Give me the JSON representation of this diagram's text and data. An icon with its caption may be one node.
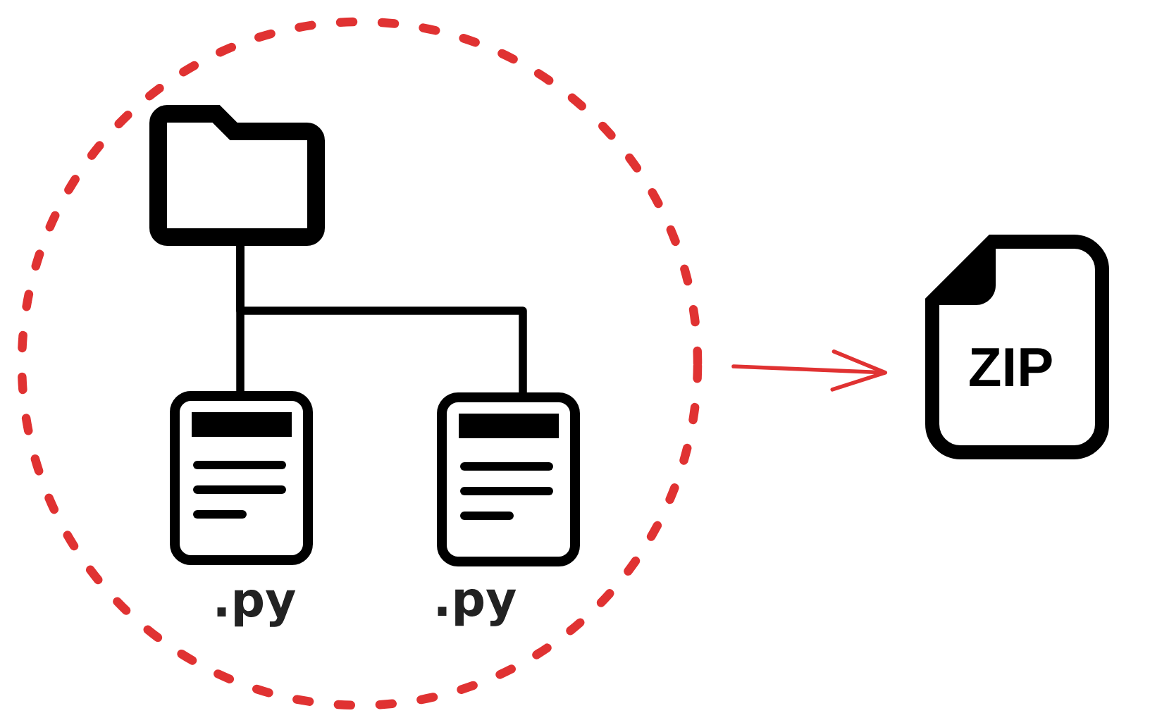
{
  "diagram": {
    "nodes": [
      {
        "text": [],
        "shape": "circle"
      },
      {
        "text": [],
        "shape": "folder",
        "in": 0
      },
      {
        "text": [],
        "shape": "document",
        "beside": [
          ".py"
        ],
        "in": 0
      },
      {
        "text": [],
        "shape": "document",
        "beside": [
          ".py"
        ],
        "in": 0
      },
      {
        "text": [
          "ZIP"
        ]
      }
    ],
    "edges": [
      {
        "from": 1,
        "to": 2,
        "arrow": "none"
      },
      {
        "from": 1,
        "to": 3,
        "arrow": "none"
      },
      {
        "from": 0,
        "to": 4,
        "arrow": "to",
        "color": "#e03232"
      }
    ]
  }
}
